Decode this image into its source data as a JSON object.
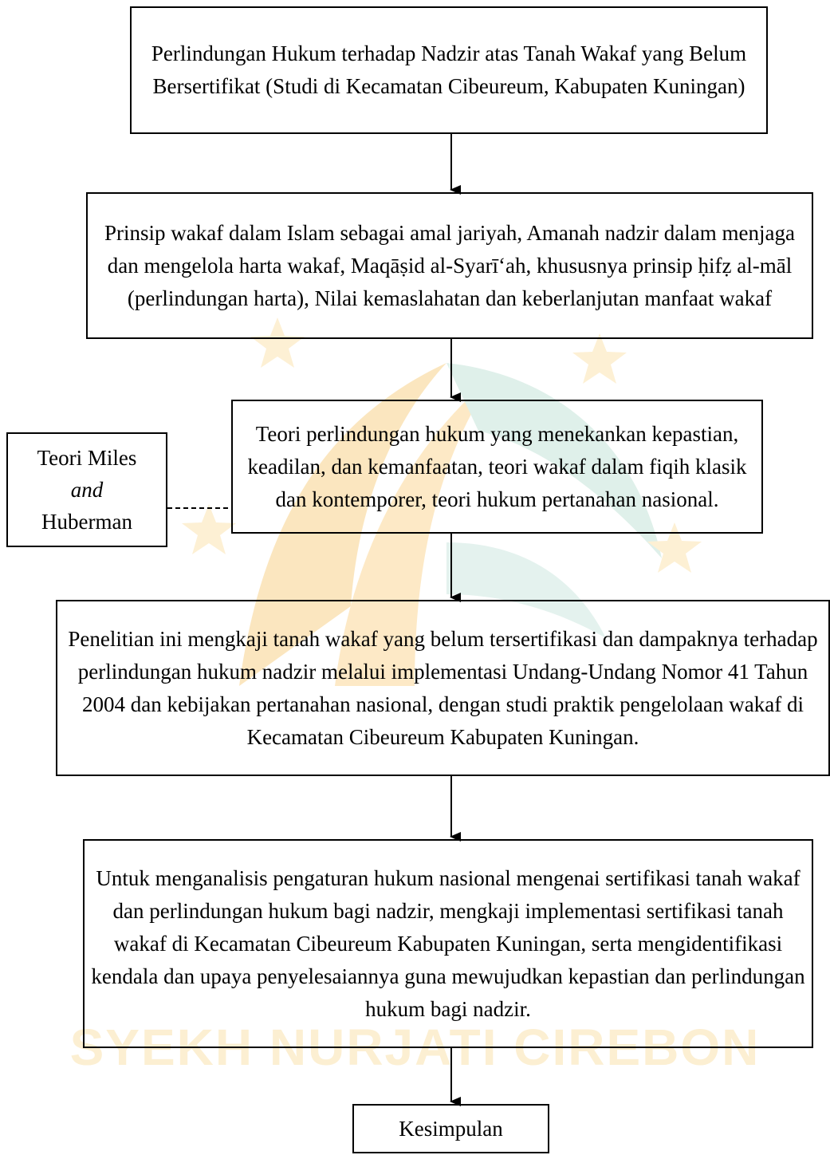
{
  "flowchart": {
    "box1": "Perlindungan Hukum terhadap Nadzir atas Tanah Wakaf yang Belum Bersertifikat (Studi di Kecamatan Cibeureum, Kabupaten Kuningan)",
    "box2": "Prinsip wakaf dalam Islam sebagai amal jariyah, Amanah nadzir dalam menjaga dan mengelola harta wakaf, Maqāṣid al-Syarī‘ah, khususnya prinsip ḥifẓ al-māl (perlindungan harta), Nilai kemaslahatan dan keberlanjutan manfaat wakaf",
    "box3": "Teori perlindungan hukum yang menekankan kepastian, keadilan, dan kemanfaatan, teori wakaf dalam fiqih klasik dan kontemporer, teori hukum pertanahan nasional.",
    "side_box": {
      "line1": "Teori Miles",
      "line2": "and",
      "line3": "Huberman"
    },
    "box4": "Penelitian ini mengkaji tanah wakaf yang belum tersertifikasi dan dampaknya terhadap perlindungan hukum nadzir melalui implementasi Undang-Undang Nomor 41 Tahun 2004 dan kebijakan pertanahan nasional, dengan studi praktik pengelolaan wakaf di Kecamatan Cibeureum Kabupaten Kuningan.",
    "box5": "Untuk menganalisis pengaturan hukum nasional mengenai sertifikasi tanah wakaf dan perlindungan hukum bagi nadzir, mengkaji implementasi sertifikasi tanah wakaf di Kecamatan Cibeureum Kabupaten Kuningan, serta mengidentifikasi kendala dan upaya penyelesaiannya guna mewujudkan kepastian dan perlindungan hukum bagi nadzir.",
    "box6": "Kesimpulan"
  },
  "watermark": {
    "text": "SYEKH NURJATI CIREBON",
    "colors": {
      "orange": "#fbe3b4",
      "teal": "#dcefe9",
      "star": "#fdf0d4"
    }
  }
}
